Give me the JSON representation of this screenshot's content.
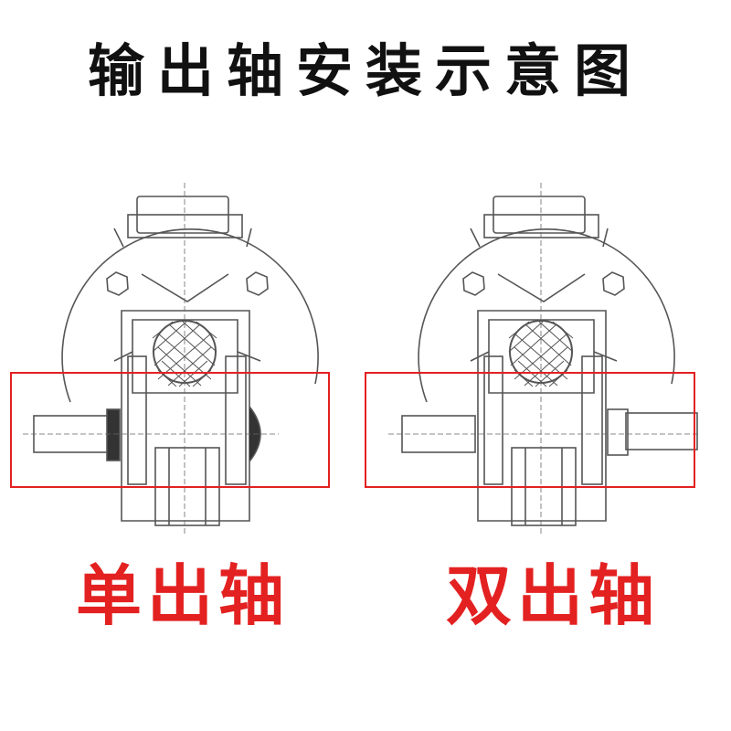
{
  "title": "输出轴安装示意图",
  "colors": {
    "title": "#111111",
    "caption": "#e32121",
    "highlight_box": "#e32121",
    "line": "#444444"
  },
  "variants": [
    {
      "label": "单出轴",
      "shaft_sides": [
        "left"
      ]
    },
    {
      "label": "双出轴",
      "shaft_sides": [
        "left",
        "right"
      ]
    }
  ]
}
